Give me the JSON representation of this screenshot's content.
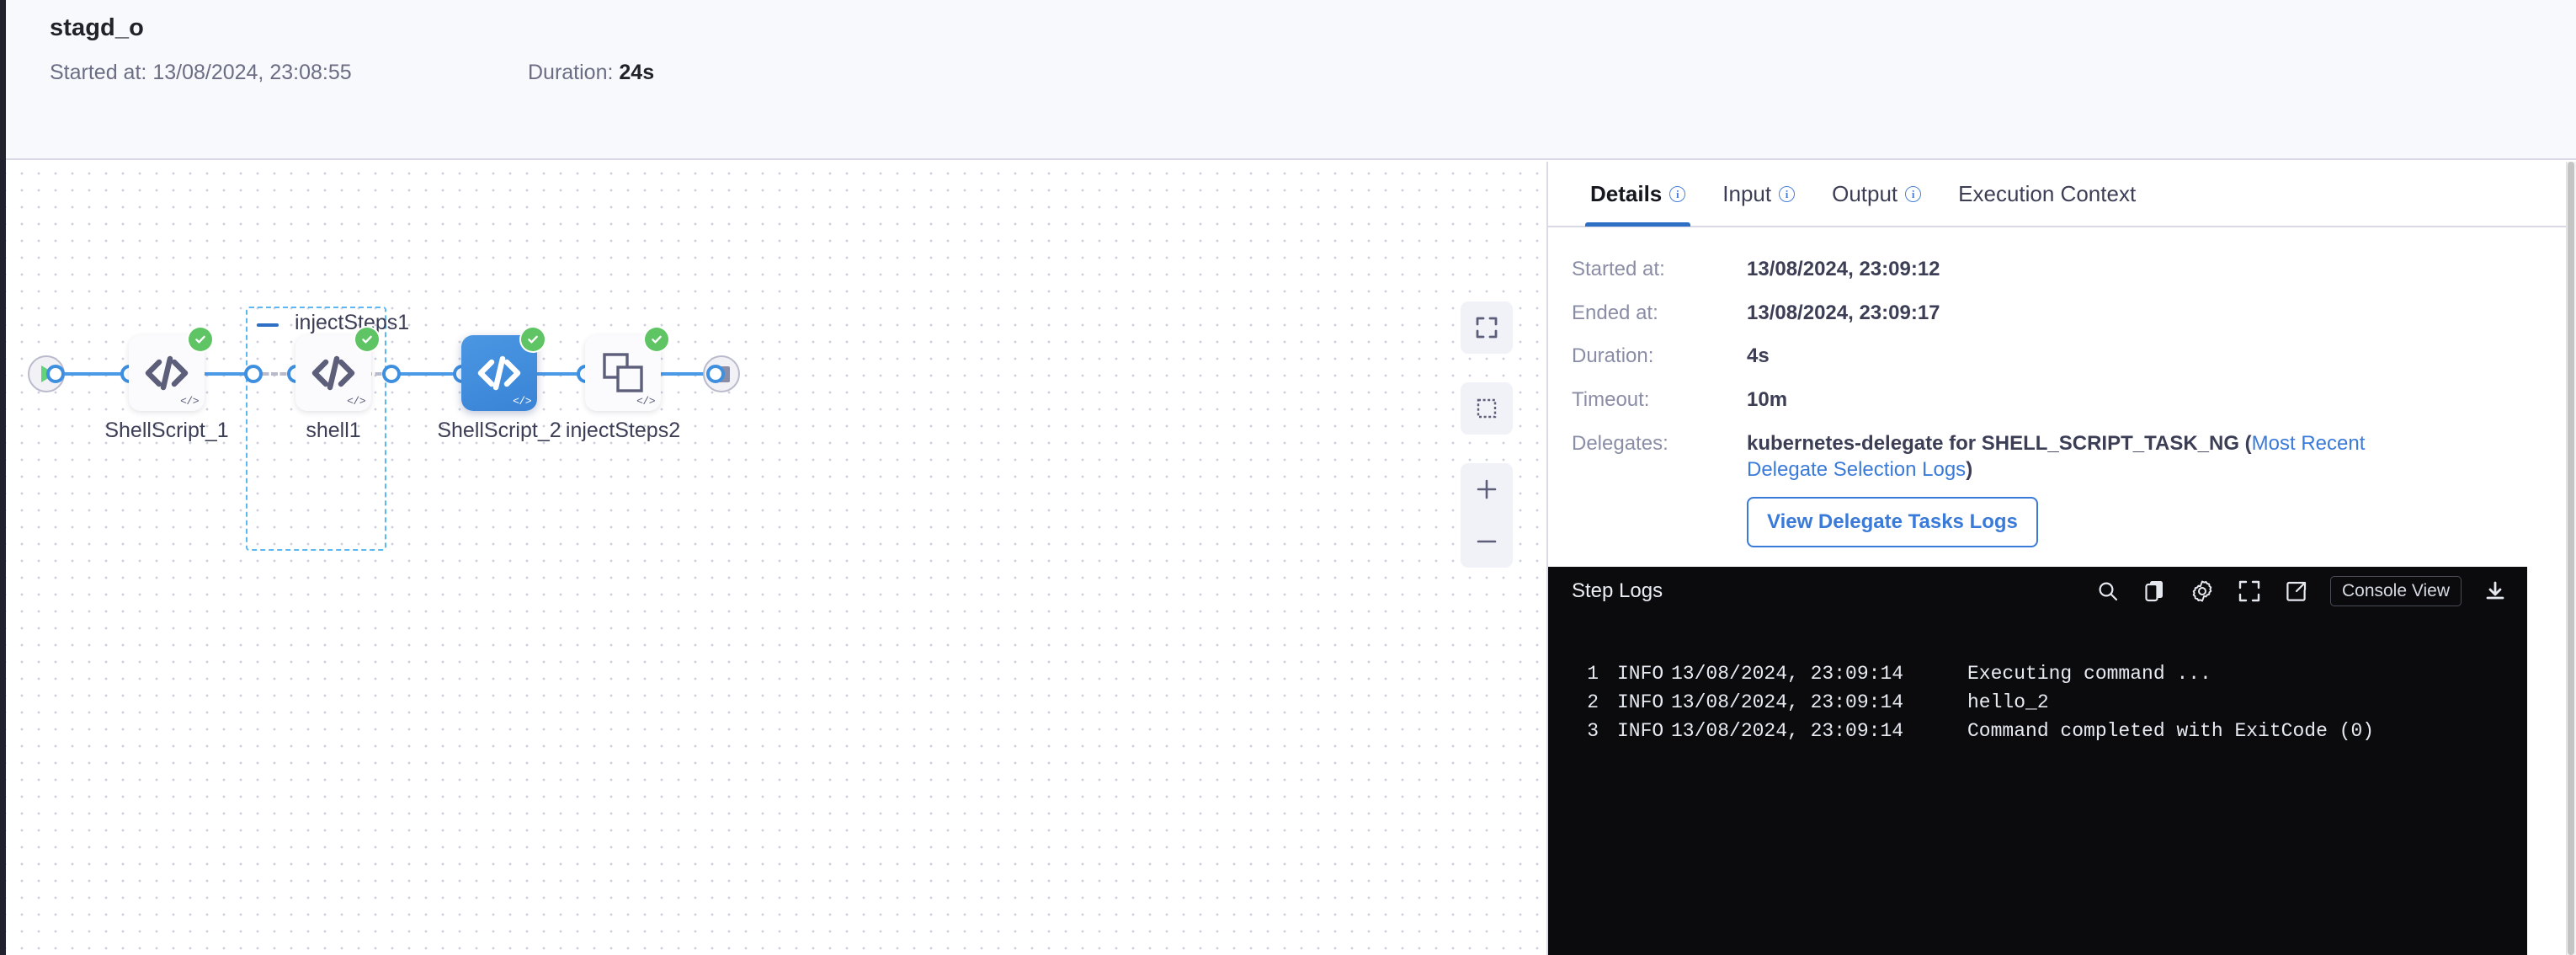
{
  "header": {
    "title": "stagd_o",
    "started_label": "Started at:",
    "started_value": "13/08/2024, 23:08:55",
    "duration_label": "Duration:",
    "duration_value": "24s"
  },
  "canvas": {
    "group": {
      "label": "injectSteps1"
    },
    "nodes": [
      {
        "label": "ShellScript_1",
        "status": "success",
        "type": "shell-script"
      },
      {
        "label": "shell1",
        "status": "success",
        "type": "shell-script"
      },
      {
        "label": "ShellScript_2",
        "status": "success",
        "type": "shell-script",
        "selected": true
      },
      {
        "label": "injectSteps2",
        "status": "success",
        "type": "step-group"
      }
    ],
    "controls": [
      {
        "name": "fit-to-screen",
        "icon": "fullscreen-icon"
      },
      {
        "name": "selection-mode",
        "icon": "dashed-square-icon"
      },
      {
        "name": "zoom-in",
        "icon": "plus-icon"
      },
      {
        "name": "zoom-out",
        "icon": "minus-icon"
      }
    ]
  },
  "panel": {
    "tabs": [
      {
        "label": "Details",
        "info": true,
        "active": true
      },
      {
        "label": "Input",
        "info": true,
        "active": false
      },
      {
        "label": "Output",
        "info": true,
        "active": false
      },
      {
        "label": "Execution Context",
        "info": false,
        "active": false
      }
    ],
    "details": {
      "started_key": "Started at:",
      "started_value": "13/08/2024, 23:09:12",
      "ended_key": "Ended at:",
      "ended_value": "13/08/2024, 23:09:17",
      "duration_key": "Duration:",
      "duration_value": "4s",
      "timeout_key": "Timeout:",
      "timeout_value": "10m",
      "delegates_key": "Delegates:",
      "delegates_value": "kubernetes-delegate for SHELL_SCRIPT_TASK_NG (",
      "delegates_link": "Most Recent Delegate Selection Logs",
      "delegates_suffix": ")",
      "delegate_button": "View Delegate Tasks Logs"
    }
  },
  "logs": {
    "title": "Step Logs",
    "console_button": "Console View",
    "actions": [
      {
        "name": "search-icon"
      },
      {
        "name": "copy-icon"
      },
      {
        "name": "gear-icon"
      },
      {
        "name": "fullscreen-icon"
      },
      {
        "name": "external-link-icon"
      },
      {
        "name": "download-icon"
      }
    ],
    "lines": [
      {
        "no": "1",
        "level": "INFO",
        "ts": "13/08/2024, 23:09:14",
        "msg": "Executing command ..."
      },
      {
        "no": "2",
        "level": "INFO",
        "ts": "13/08/2024, 23:09:14",
        "msg": "hello_2"
      },
      {
        "no": "3",
        "level": "INFO",
        "ts": "13/08/2024, 23:09:14",
        "msg": "Command completed with ExitCode (0)"
      }
    ]
  },
  "colors": {
    "accent_blue": "#3e8fe0",
    "link_blue": "#3a7ad9",
    "success_green": "#5fc463",
    "group_border": "#5cb8f0",
    "header_bg": "#f8f9fc",
    "logs_bg": "#0b0b0d"
  }
}
